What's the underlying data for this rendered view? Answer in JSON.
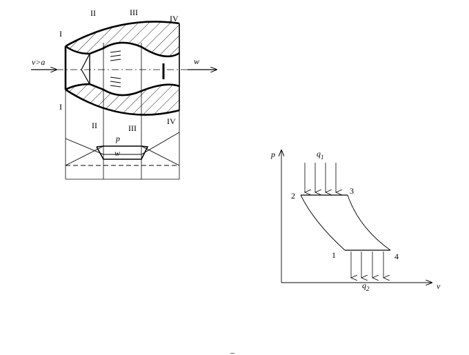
{
  "ramjet": {
    "sections_top": [
      "I",
      "II",
      "III",
      "IV"
    ],
    "sections_bottom": [
      "I",
      "II",
      "III",
      "IV"
    ],
    "inlet_label": "v>a",
    "outlet_label": "w",
    "pressure_label": "p",
    "velocity_label": "w"
  },
  "pv": {
    "y_axis": "p",
    "x_axis": "v",
    "heat_in": "q",
    "heat_in_sub": "1",
    "heat_out": "q",
    "heat_out_sub": "2",
    "points": [
      "1",
      "2",
      "3",
      "4"
    ]
  },
  "footer": {
    "mark": "–"
  }
}
